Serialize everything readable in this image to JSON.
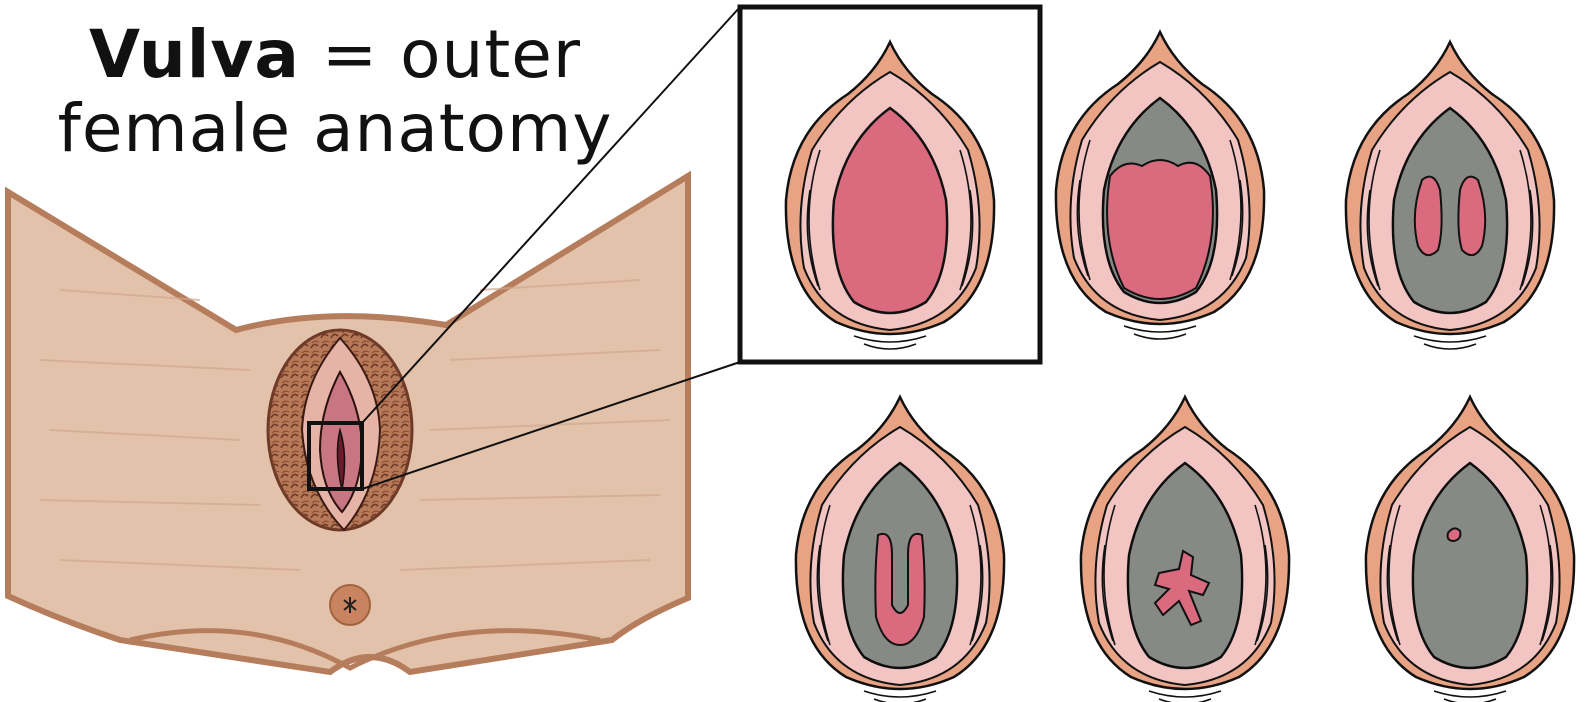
{
  "title": {
    "bold": "Vulva",
    "rest": "= outer",
    "line2": "female anatomy"
  },
  "colors": {
    "skin": "#e3c2ab",
    "skin_edge": "#b67d5c",
    "labia_outer": "#e7a383",
    "labia_inner": "#f2c5c3",
    "vestibule_pink": "#da6b7f",
    "hymen_tissue": "#8c8f8a",
    "outline": "#111111",
    "hair": "#6e3a28"
  },
  "panels": [
    {
      "id": "normal-opening",
      "kind": "open"
    },
    {
      "id": "partial-cover",
      "kind": "partial"
    },
    {
      "id": "two-openings",
      "kind": "two"
    },
    {
      "id": "u-shaped-opening",
      "kind": "u"
    },
    {
      "id": "star-shaped-opening",
      "kind": "star"
    },
    {
      "id": "tiny-opening",
      "kind": "tiny"
    }
  ]
}
